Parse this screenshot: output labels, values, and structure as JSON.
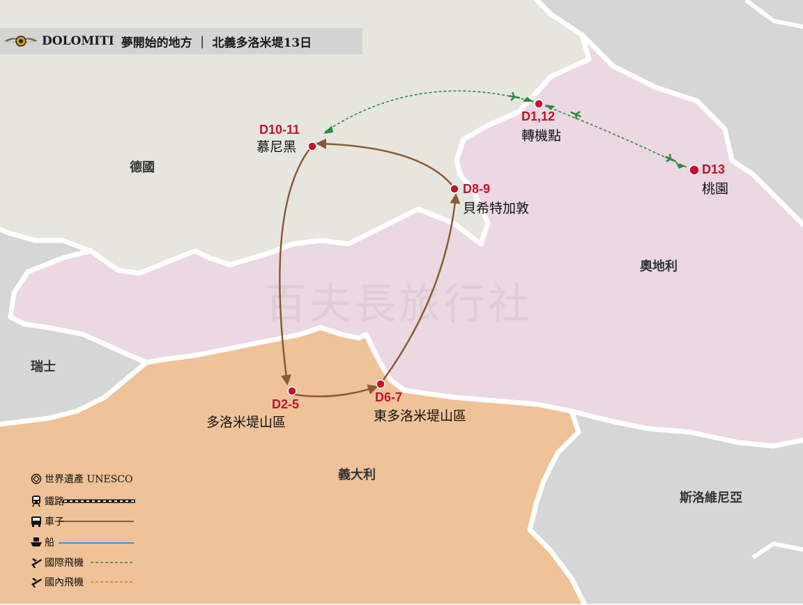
{
  "title": {
    "brand": "DOLOMITI",
    "text": "夢開始的地方 ｜ 北義多洛米堤13日"
  },
  "watermark": "百夫長旅行社",
  "countries": {
    "germany": "德國",
    "austria": "奧地利",
    "switzerland": "瑞士",
    "italy": "義大利",
    "slovenia": "斯洛維尼亞"
  },
  "stops": {
    "munich": {
      "day": "D10-11",
      "name": "慕尼黑"
    },
    "transfer": {
      "day": "D1,12",
      "name": "轉機點"
    },
    "taoyuan": {
      "day": "D13",
      "name": "桃園"
    },
    "berchtesgaden": {
      "day": "D8-9",
      "name": "貝希特加敦"
    },
    "dolomites": {
      "day": "D2-5",
      "name": "多洛米堤山區"
    },
    "east_dolomites": {
      "day": "D6-7",
      "name": "東多洛米堤山區"
    }
  },
  "legend": {
    "unesco": "世界遺產 UNESCO",
    "rail": "鐵路",
    "car": "車子",
    "boat": "船",
    "intl_flight": "國際飛機",
    "domestic_flight": "國內飛機"
  },
  "colors": {
    "germany": "#e6e6df",
    "austria": "#ebd8e3",
    "italy": "#efc298",
    "neighbors": "#d6d6d6",
    "stop": "#c8102e",
    "car": "#8a5a34",
    "intl_flight": "#2e8b3a",
    "domestic_flight": "#e8702a",
    "boat": "#3a8fd8"
  }
}
